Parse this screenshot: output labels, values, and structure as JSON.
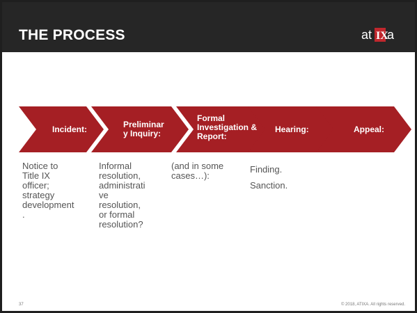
{
  "slide": {
    "title": "THE PROCESS",
    "logo_text": "atIXa",
    "page_number": "37",
    "copyright": "© 2018, ATIXA. All rights reserved."
  },
  "steps": [
    {
      "label": "Incident:",
      "description": "Notice to\nTitle IX\nofficer;\nstrategy\ndevelopment\n."
    },
    {
      "label": "Preliminar\ny Inquiry:",
      "description": "Informal\nresolution,\nadministrati\nve\nresolution,\nor formal\nresolution?"
    },
    {
      "label": "Formal\nInvestigation &\nReport:",
      "description": "(and in some\ncases…):"
    },
    {
      "label": "Hearing:",
      "description": "Finding.\nSanction."
    },
    {
      "label": "Appeal:",
      "description": ""
    }
  ],
  "colors": {
    "header_bg": "#262626",
    "chevron_fill": "#a51f24",
    "description_text": "#555555",
    "logo_red": "#c0272d"
  }
}
